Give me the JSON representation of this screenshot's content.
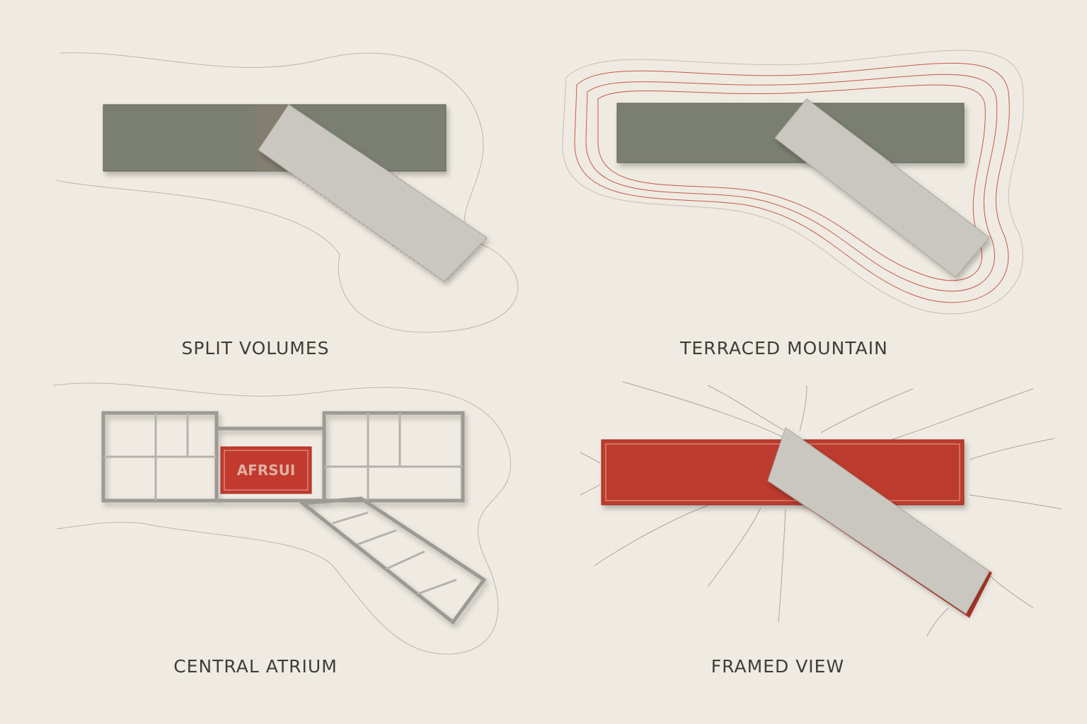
{
  "panels": [
    {
      "title": "SPLIT VOLUMES"
    },
    {
      "title": "TERRACED MOUNTAIN"
    },
    {
      "title": "CENTRAL ATRIUM",
      "atrium_label": "AFRSUI"
    },
    {
      "title": "FRAMED VIEW"
    }
  ],
  "colors": {
    "background": "#efebe2",
    "green": "#7a7f71",
    "gray": "#c9c6c0",
    "red": "#bd3a2e",
    "contour": "#c8584c"
  }
}
